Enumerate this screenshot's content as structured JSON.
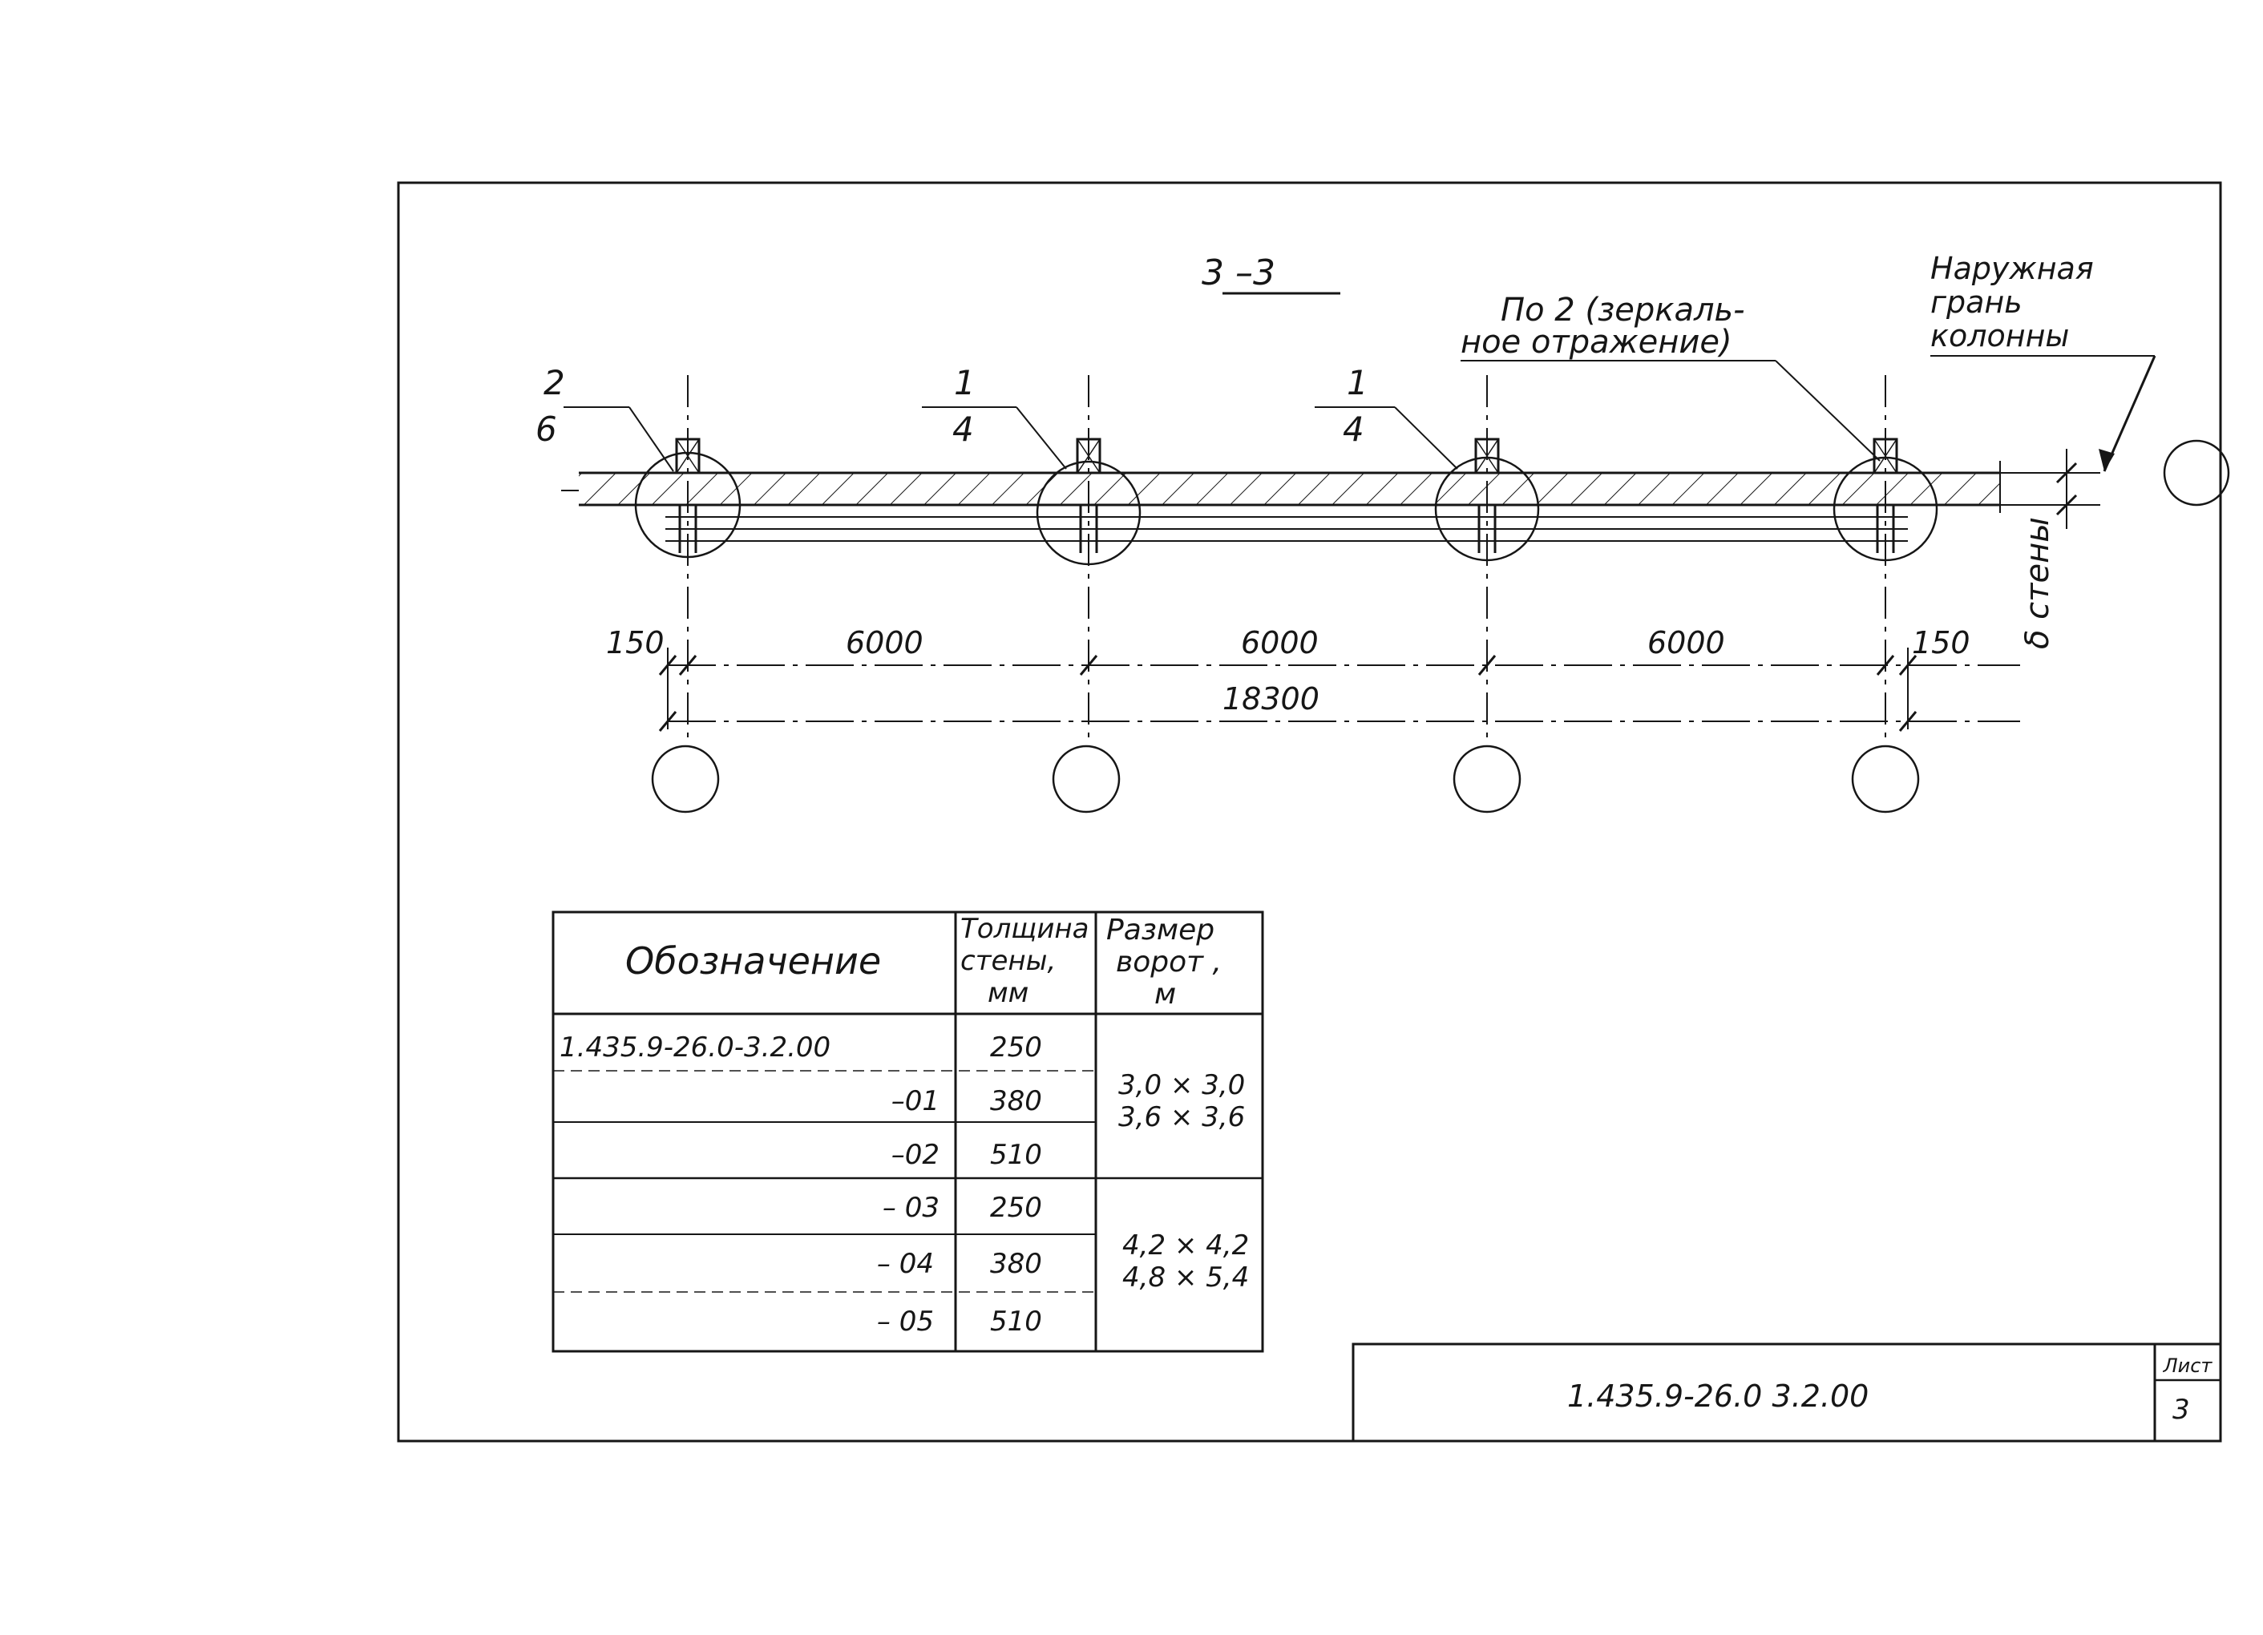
{
  "section_title": "3 –3",
  "callouts": [
    {
      "top": "2",
      "bottom": "6"
    },
    {
      "top": "1",
      "bottom": "4"
    },
    {
      "top": "1",
      "bottom": "4"
    }
  ],
  "mirror_note": {
    "line1": "По 2 (зеркаль-",
    "line2": "ное отражение)"
  },
  "outer_face_note": {
    "line1": "Наружная",
    "line2": "грань",
    "line3": "колонны"
  },
  "dimensions": {
    "d150_left": "150",
    "d6000_1": "6000",
    "d6000_2": "6000",
    "d6000_3": "6000",
    "d150_right": "150",
    "total": "18300",
    "wall_thickness": "δ стены"
  },
  "table": {
    "headers": {
      "designation": "Обозначение",
      "thickness": [
        "Толщина",
        "стены,",
        "мм"
      ],
      "gate_size": [
        "Размер",
        "ворот ,",
        "м"
      ]
    },
    "rows": [
      {
        "designation": "1.435.9-26.0-3.2.00",
        "thickness": "250"
      },
      {
        "designation": "–01",
        "thickness": "380"
      },
      {
        "designation": "–02",
        "thickness": "510"
      },
      {
        "designation": "– 03",
        "thickness": "250"
      },
      {
        "designation": "– 04",
        "thickness": "380"
      },
      {
        "designation": "– 05",
        "thickness": "510"
      }
    ],
    "gate_groups": [
      {
        "line1": "3,0 × 3,0",
        "line2": "3,6 × 3,6"
      },
      {
        "line1": "4,2 × 4,2",
        "line2": "4,8 × 5,4"
      }
    ]
  },
  "title_block": {
    "code": "1.435.9-26.0  3.2.00",
    "sheet_label": "Лист",
    "sheet_number": "3"
  }
}
